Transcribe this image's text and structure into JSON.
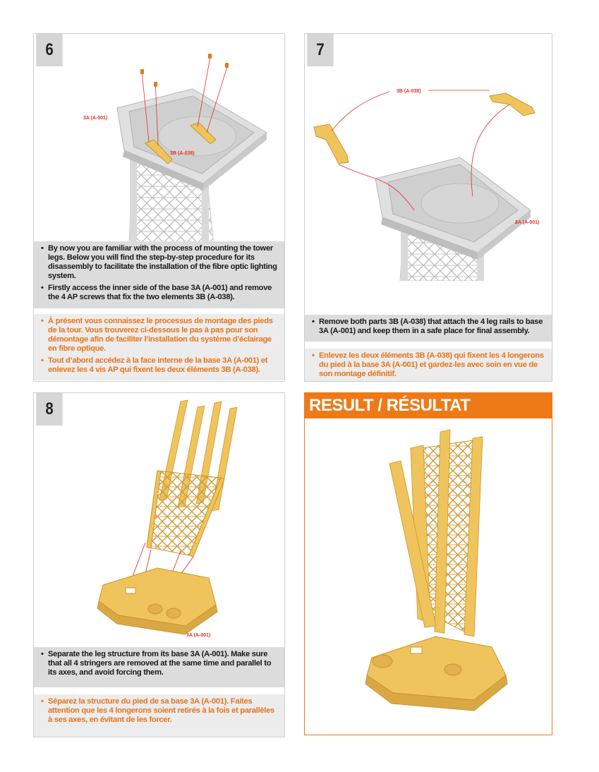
{
  "colors": {
    "accent_orange": "#ee7a17",
    "part_yellow": "#f0c45c",
    "text_orange": "#e8741a",
    "label_red": "#e0322a",
    "grey_box": "#dcdcdc"
  },
  "step6": {
    "number": "6",
    "labels": {
      "base": "3A (A-001)",
      "part": "3B (A-038)"
    },
    "en": [
      "By now you are familiar with the process of mounting the tower legs. Below you will find the step-by-step procedure for its disassembly to facilitate the installation of the fibre optic lighting system.",
      "Firstly access the inner side of the base 3A (A-001) and remove the 4 AP screws that fix the two elements 3B (A-038)."
    ],
    "fr": [
      "À présent vous connaissez le processus de montage des pieds de la tour. Vous trouverez ci-dessous le pas à pas pour son démontage afin de faciliter l’installation du système d’éclairage en fibre optique.",
      "Tout d’abord accédez à la face interne de la base 3A (A-001) et enlevez les 4 vis AP qui fixent les deux éléments 3B (A-038)."
    ]
  },
  "step7": {
    "number": "7",
    "labels": {
      "part": "3B (A-038)",
      "base": "3A (A-001)"
    },
    "en": [
      "Remove both parts 3B (A-038) that attach the 4 leg rails to base 3A (A-001) and keep them in a safe place for final assembly."
    ],
    "fr": [
      "Enlevez les deux éléments 3B (A-038) qui fixent les 4 longerons du pied à la base 3A (A-001) et gardez-les avec soin en vue de son montage définitif."
    ]
  },
  "step8": {
    "number": "8",
    "labels": {
      "base": "3A (A-001)"
    },
    "en": [
      "Separate the leg structure from its base 3A (A-001). Make sure that all 4 stringers are removed at the same time and parallel to its axes, and avoid forcing them."
    ],
    "fr": [
      "Séparez la structure du pied de sa base 3A (A-001). Faites attention que les 4 longerons soient retirés à la fois et parallèles à ses axes, en évitant de les forcer."
    ]
  },
  "result": {
    "title": "RESULT / RÉSULTAT"
  },
  "bullet_char": "•"
}
